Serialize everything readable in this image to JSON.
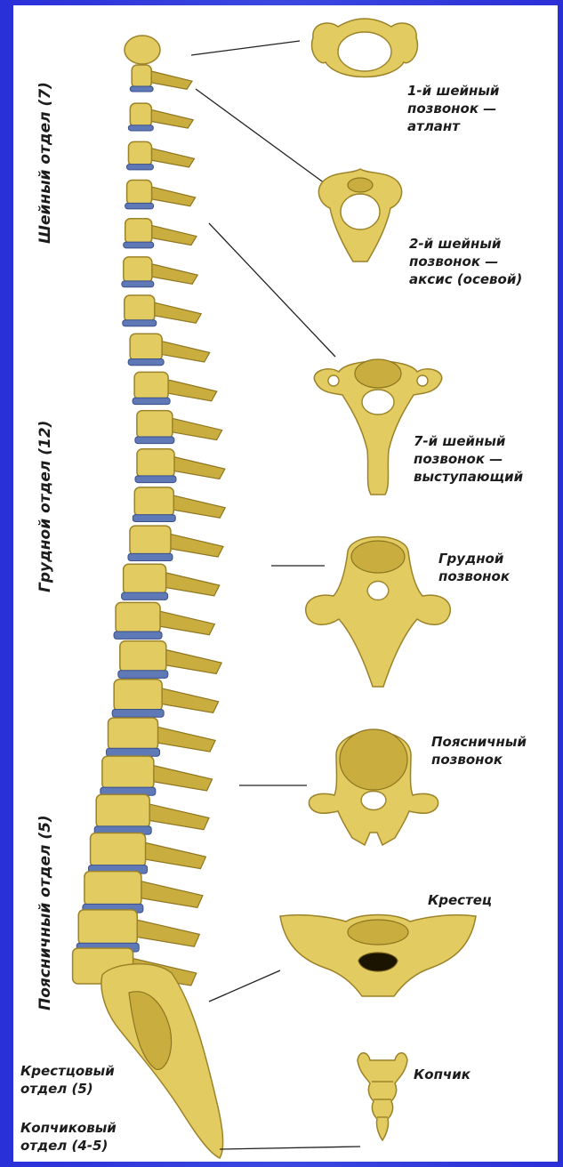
{
  "regions": [
    {
      "id": "cervical",
      "label": "Шейный отдел (7)"
    },
    {
      "id": "thoracic",
      "label": "Грудной отдел (12)"
    },
    {
      "id": "lumbar",
      "label": "Поясничный отдел (5)"
    },
    {
      "id": "sacral",
      "label": "Крестцовый\nотдел (5)"
    },
    {
      "id": "coccygeal",
      "label": "Копчиковый\nотдел (4-5)"
    }
  ],
  "vertebrae": [
    {
      "id": "atlas",
      "label": "1-й шейный\nпозвонок —\nатлант"
    },
    {
      "id": "axis",
      "label": "2-й шейный\nпозвонок —\nаксис (осевой)"
    },
    {
      "id": "c7",
      "label": "7-й шейный\nпозвонок —\nвыступающий"
    },
    {
      "id": "thoracic",
      "label": "Грудной\nпозвонок"
    },
    {
      "id": "lumbar",
      "label": "Поясничный\nпозвонок"
    },
    {
      "id": "sacrum",
      "label": "Крестец"
    },
    {
      "id": "coccyx",
      "label": "Копчик"
    }
  ]
}
